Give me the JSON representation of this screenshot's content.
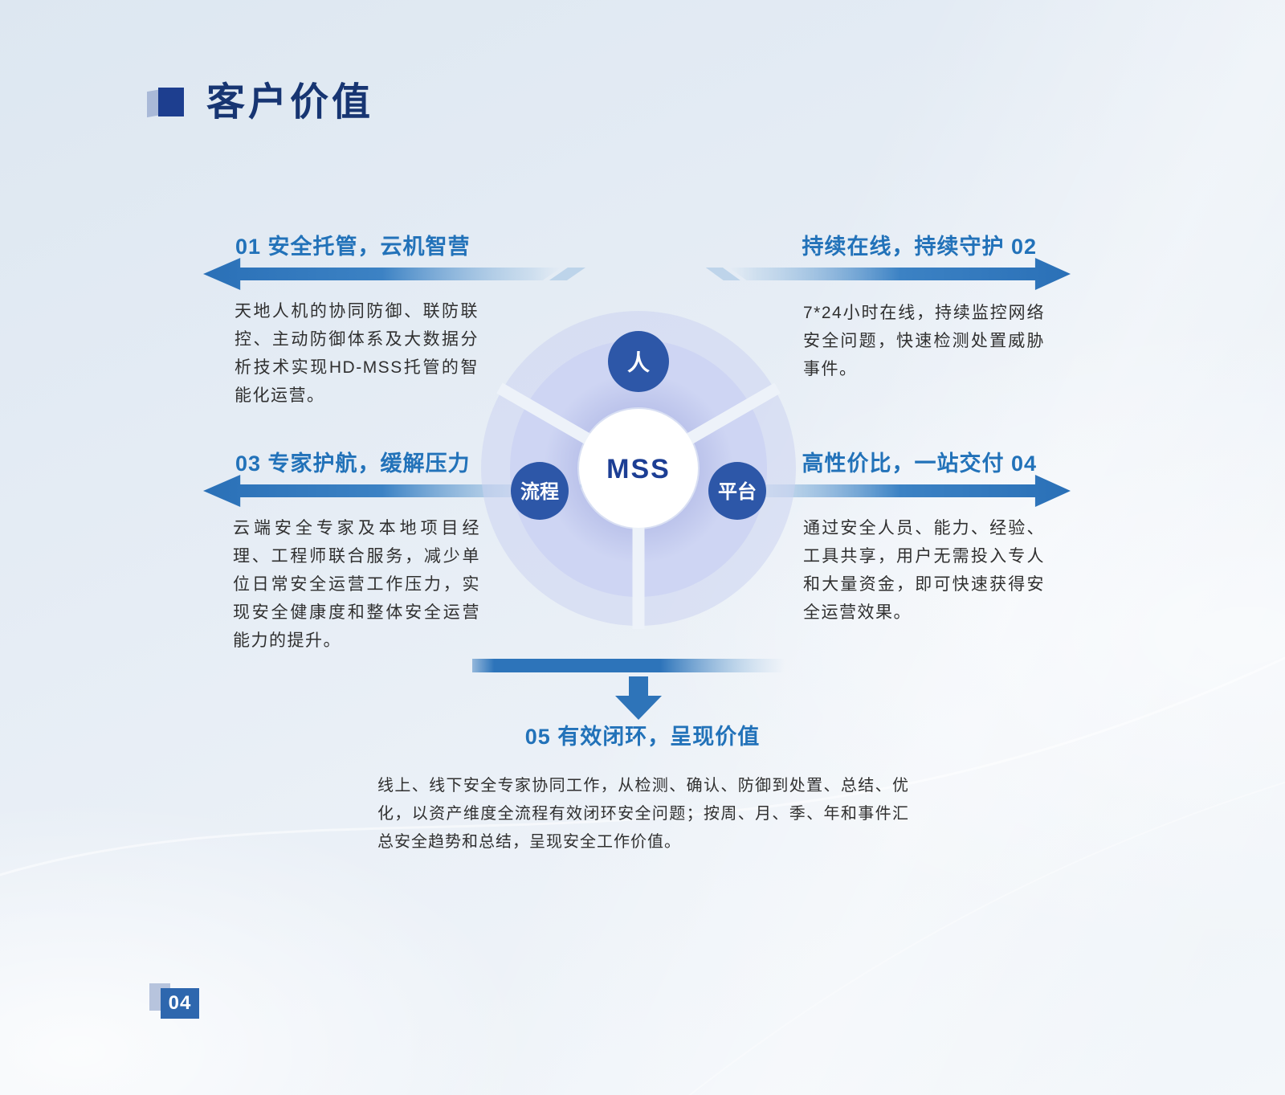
{
  "page": {
    "title": "客户价值",
    "page_number": "04"
  },
  "colors": {
    "accent_blue": "#2272b9",
    "title_navy": "#173572",
    "node_blue": "#2d57a8",
    "ring_lavender": "#c3c9ee",
    "arrow_blue": "#2d74ba"
  },
  "icons": {
    "section_marker": "folded-page-marker",
    "arrows": [
      "left-arrow",
      "right-arrow",
      "down-arrow"
    ]
  },
  "diagram": {
    "center": "MSS",
    "nodes": {
      "top": "人",
      "left": "流程",
      "right": "平台"
    }
  },
  "sections": {
    "s1": {
      "heading": "01 安全托管，云机智营",
      "body": "天地人机的协同防御、联防联控、主动防御体系及大数据分析技术实现HD-MSS托管的智能化运营。"
    },
    "s2": {
      "heading": "持续在线，持续守护 02",
      "body": "7*24小时在线，持续监控网络安全问题，快速检测处置威胁事件。"
    },
    "s3": {
      "heading": "03 专家护航，缓解压力",
      "body": "云端安全专家及本地项目经理、工程师联合服务，减少单位日常安全运营工作压力，实现安全健康度和整体安全运营能力的提升。"
    },
    "s4": {
      "heading": "高性价比，一站交付 04",
      "body": "通过安全人员、能力、经验、工具共享，用户无需投入专人和大量资金，即可快速获得安全运营效果。"
    },
    "s5": {
      "heading": "05 有效闭环，呈现价值",
      "body": "线上、线下安全专家协同工作，从检测、确认、防御到处置、总结、优化，以资产维度全流程有效闭环安全问题；按周、月、季、年和事件汇总安全趋势和总结，呈现安全工作价值。"
    }
  }
}
